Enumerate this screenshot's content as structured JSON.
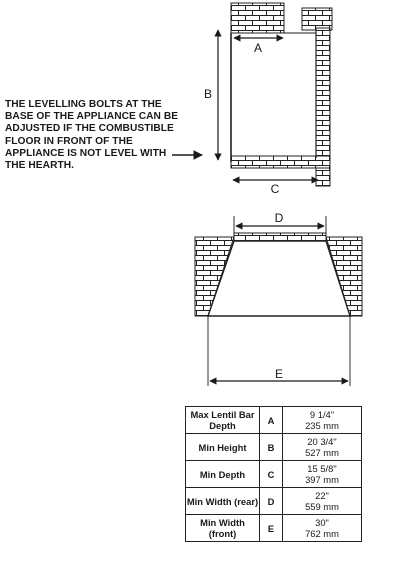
{
  "side_note": "THE LEVELLING BOLTS AT THE BASE OF THE APPLIANCE CAN BE ADJUSTED IF THE COMBUSTIBLE FLOOR IN FRONT OF THE APPLIANCE IS NOT LEVEL WITH THE HEARTH.",
  "labels": {
    "a": "A",
    "b": "B",
    "c": "C",
    "d": "D",
    "e": "E"
  },
  "table": {
    "rows": [
      {
        "label": "Max Lentil Bar Depth",
        "letter": "A",
        "imperial": "9 1/4\"",
        "metric": "235 mm"
      },
      {
        "label": "Min Height",
        "letter": "B",
        "imperial": "20 3/4\"",
        "metric": "527 mm"
      },
      {
        "label": "Min Depth",
        "letter": "C",
        "imperial": "15 5/8\"",
        "metric": "397 mm"
      },
      {
        "label": "Min Width (rear)",
        "letter": "D",
        "imperial": "22\"",
        "metric": "559 mm"
      },
      {
        "label": "Min Width (front)",
        "letter": "E",
        "imperial": "30\"",
        "metric": "762 mm"
      }
    ]
  }
}
